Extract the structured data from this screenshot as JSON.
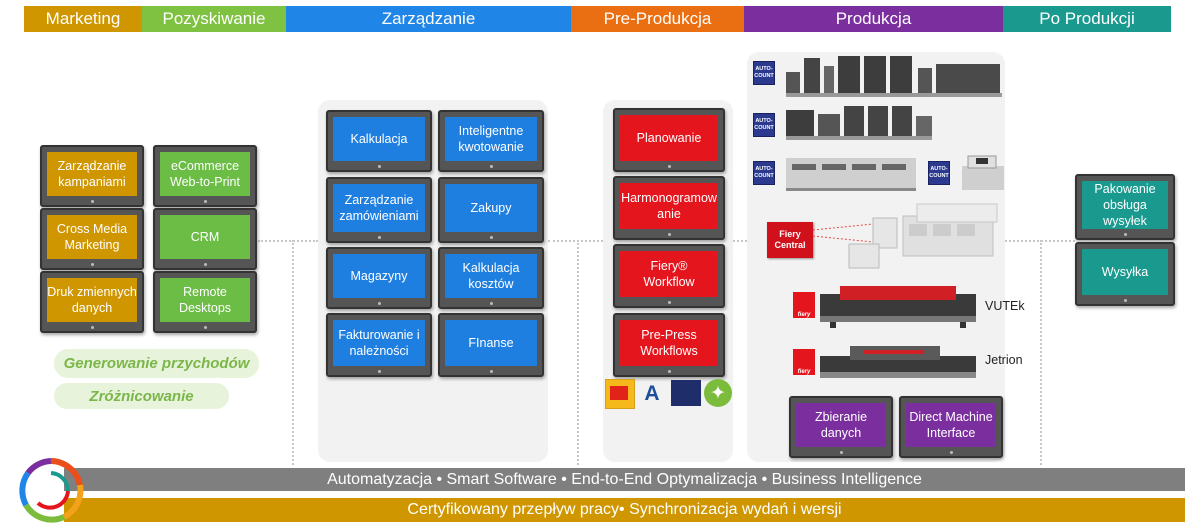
{
  "header": [
    {
      "label": "Marketing",
      "color": "#cf9600"
    },
    {
      "label": "Pozyskiwanie",
      "color": "#7fc241"
    },
    {
      "label": "Zarządzanie",
      "color": "#1f86e8"
    },
    {
      "label": "Pre-Produkcja",
      "color": "#ea6f12"
    },
    {
      "label": "Produkcja",
      "color": "#7b2f9e"
    },
    {
      "label": "Po Produkcji",
      "color": "#1a9a8e"
    }
  ],
  "marketing": {
    "campaign": "Zarządzanie kampaniami",
    "crossmedia": "Cross Media Marketing",
    "variable": "Druk zmiennych danych"
  },
  "acquisition": {
    "ecommerce": "eCommerce Web-to-Print",
    "crm": "CRM",
    "remote": "Remote Desktops"
  },
  "pills": {
    "revenue": "Generowanie przychodów",
    "diff": "Zróżnicowanie"
  },
  "management": {
    "calc": "Kalkulacja",
    "quote": "Inteligentne kwotowanie",
    "orders": "Zarządzanie zamówieniami",
    "purchase": "Zakupy",
    "warehouse": "Magazyny",
    "cost": "Kalkulacja kosztów",
    "billing": "Fakturowanie i należności",
    "finance": "FInanse"
  },
  "preprod": {
    "planning": "Planowanie",
    "schedule": "Harmonogramowanie",
    "fiery": "Fiery® Workflow",
    "prepress": "Pre-Press Workflows"
  },
  "production": {
    "autocount": "AUTO-COUNT",
    "fiery_central": "Fiery Central",
    "vutek": "VUTEk",
    "jetrion": "Jetrion",
    "fiery_small": "fiery",
    "collect": "Zbieranie danych",
    "dmi": "Direct Machine Interface"
  },
  "postprod": {
    "packing": "Pakowanie obsługa wysyłek",
    "shipping": "Wysyłka"
  },
  "bars": {
    "top": "Automatyzacja • Smart Software • End-to-End Optymalizacja  •  Business Intelligence",
    "bottom": "Certyfikowany przepływ pracy• Synchronizacja wydań i wersji"
  }
}
